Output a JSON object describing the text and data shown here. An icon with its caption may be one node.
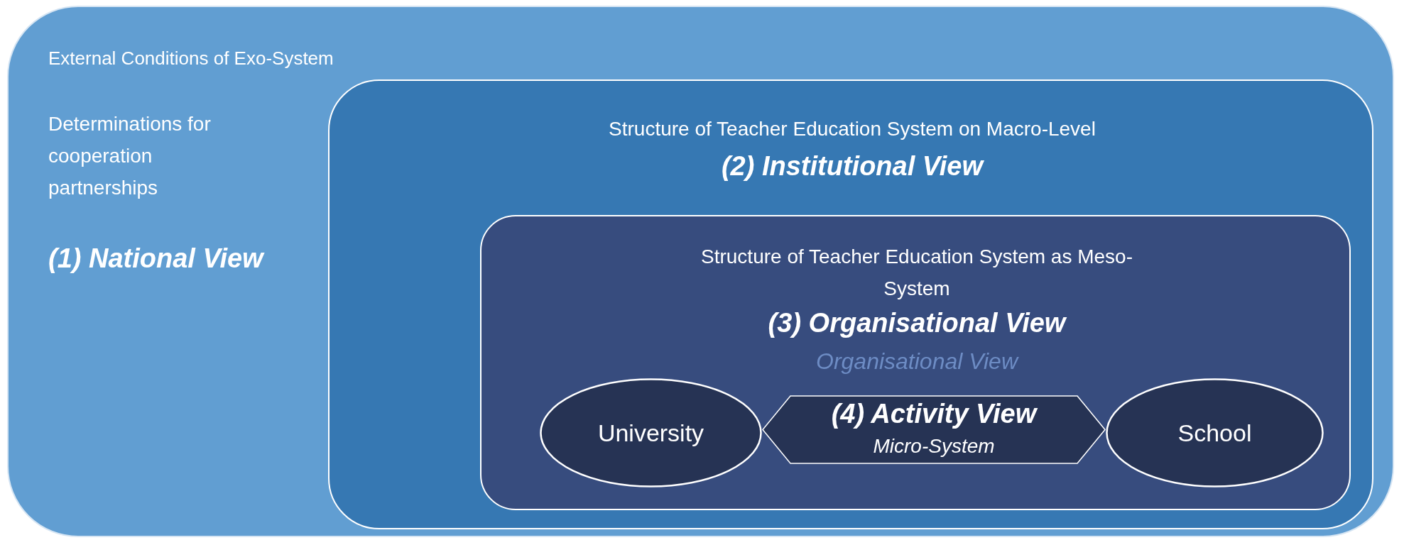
{
  "diagram": {
    "nodes": [
      {
        "text": [
          "External Conditions of Exo-System",
          "Determinations for cooperation partnerships",
          "(1) National View"
        ]
      },
      {
        "text": [
          "Structure of Teacher Education System on Macro-Level",
          "(2) Institutional View"
        ],
        "in": 0
      },
      {
        "text": [
          "Structure of Teacher Education System as Meso-System",
          "(3) Organisational View",
          "Organisational View"
        ],
        "in": 1
      },
      {
        "text": [
          "University"
        ],
        "in": 2
      },
      {
        "text": [
          "(4) Activity View",
          "Micro-System"
        ],
        "in": 2
      },
      {
        "text": [
          "School"
        ],
        "in": 2
      }
    ]
  }
}
